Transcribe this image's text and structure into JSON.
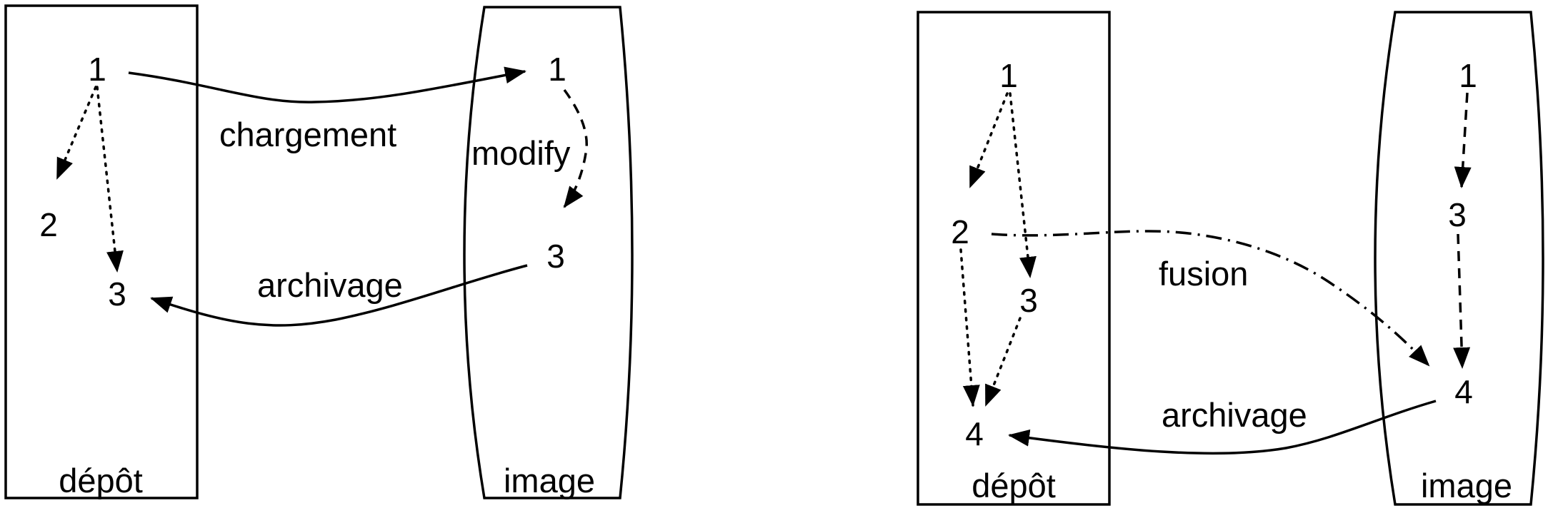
{
  "left": {
    "depot": {
      "caption": "dépôt",
      "nodes": [
        "1",
        "2",
        "3"
      ]
    },
    "image": {
      "caption": "image",
      "nodes": [
        "1",
        "3"
      ]
    },
    "edges": {
      "chargement": "chargement",
      "modify": "modify",
      "archivage": "archivage"
    }
  },
  "right": {
    "depot": {
      "caption": "dépôt",
      "nodes": [
        "1",
        "2",
        "3",
        "4"
      ]
    },
    "image": {
      "caption": "image",
      "nodes": [
        "1",
        "3",
        "4"
      ]
    },
    "edges": {
      "fusion": "fusion",
      "archivage": "archivage"
    }
  }
}
